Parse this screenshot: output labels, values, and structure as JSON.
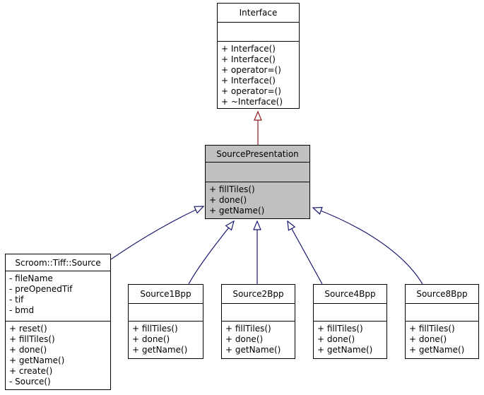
{
  "diagram_type": "uml-class-inheritance",
  "colors": {
    "highlight_fill": "#c0c0c0",
    "box_fill": "#ffffff",
    "border": "#000000",
    "inheritance_blue": "#191970",
    "inheritance_red": "#8b1a1a"
  },
  "classes": {
    "interface": {
      "name": "Interface",
      "attributes": [],
      "methods": [
        "+ Interface()",
        "+ Interface()",
        "+ operator=()",
        "+ Interface()",
        "+ operator=()",
        "+ ~Interface()"
      ]
    },
    "source_presentation": {
      "name": "SourcePresentation",
      "attributes": [],
      "methods": [
        "+ fillTiles()",
        "+ done()",
        "+ getName()"
      ]
    },
    "scroom_tiff_source": {
      "name": "Scroom::Tiff::Source",
      "attributes": [
        "- fileName",
        "- preOpenedTif",
        "- tif",
        "- bmd"
      ],
      "methods": [
        "+ reset()",
        "+ fillTiles()",
        "+ done()",
        "+ getName()",
        "+ create()",
        "- Source()"
      ]
    },
    "source1bpp": {
      "name": "Source1Bpp",
      "attributes": [],
      "methods": [
        "+ fillTiles()",
        "+ done()",
        "+ getName()"
      ]
    },
    "source2bpp": {
      "name": "Source2Bpp",
      "attributes": [],
      "methods": [
        "+ fillTiles()",
        "+ done()",
        "+ getName()"
      ]
    },
    "source4bpp": {
      "name": "Source4Bpp",
      "attributes": [],
      "methods": [
        "+ fillTiles()",
        "+ done()",
        "+ getName()"
      ]
    },
    "source8bpp": {
      "name": "Source8Bpp",
      "attributes": [],
      "methods": [
        "+ fillTiles()",
        "+ done()",
        "+ getName()"
      ]
    }
  },
  "relations": [
    {
      "from": "SourcePresentation",
      "to": "Interface",
      "type": "inheritance",
      "color": "#8b1a1a"
    },
    {
      "from": "Scroom::Tiff::Source",
      "to": "SourcePresentation",
      "type": "inheritance",
      "color": "#191970"
    },
    {
      "from": "Source1Bpp",
      "to": "SourcePresentation",
      "type": "inheritance",
      "color": "#191970"
    },
    {
      "from": "Source2Bpp",
      "to": "SourcePresentation",
      "type": "inheritance",
      "color": "#191970"
    },
    {
      "from": "Source4Bpp",
      "to": "SourcePresentation",
      "type": "inheritance",
      "color": "#191970"
    },
    {
      "from": "Source8Bpp",
      "to": "SourcePresentation",
      "type": "inheritance",
      "color": "#191970"
    }
  ]
}
